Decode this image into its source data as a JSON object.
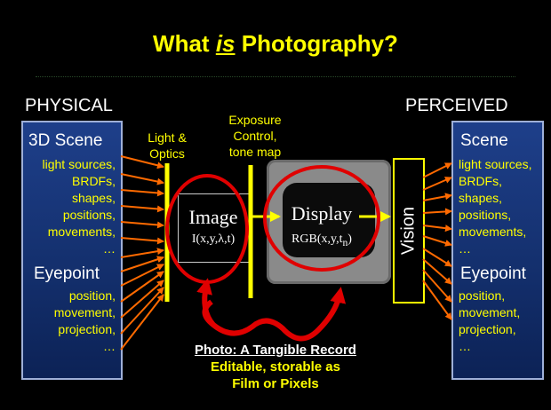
{
  "title": {
    "prefix": "What ",
    "emphasis": "is",
    "suffix": " Photography?"
  },
  "left_header": "PHYSICAL",
  "right_header": "PERCEIVED",
  "left_panel": {
    "scene_title": "3D Scene",
    "scene_items": [
      "light sources,",
      "BRDFs,",
      "shapes,",
      "positions,",
      "movements,",
      "…"
    ],
    "eye_title": "Eyepoint",
    "eye_items": [
      "position,",
      "movement,",
      "projection,",
      "…"
    ]
  },
  "right_panel": {
    "scene_title": "Scene",
    "scene_items": [
      "light sources,",
      "BRDFs,",
      "shapes,",
      "positions,",
      "movements,",
      "…"
    ],
    "eye_title": "Eyepoint",
    "eye_items": [
      "position,",
      "movement,",
      "projection,",
      "…"
    ]
  },
  "light_optics_label": [
    "Light &",
    "Optics"
  ],
  "exposure_label": [
    "Exposure",
    "Control,",
    "tone map"
  ],
  "image": {
    "title": "Image",
    "formula": "I(x,y,λ,t)"
  },
  "display": {
    "title": "Display",
    "formula_main": "RGB(x,y,t",
    "formula_sub": "n",
    "formula_end": ")"
  },
  "vision_label": "Vision",
  "bottom": {
    "line1": "Photo: A Tangible Record",
    "line2": "Editable, storable as",
    "line3": "Film or Pixels"
  },
  "colors": {
    "accent": "#ffff00",
    "arrow": "#ff6a00",
    "panel_blue": "#1a3c84",
    "highlight_red": "#e00000"
  }
}
